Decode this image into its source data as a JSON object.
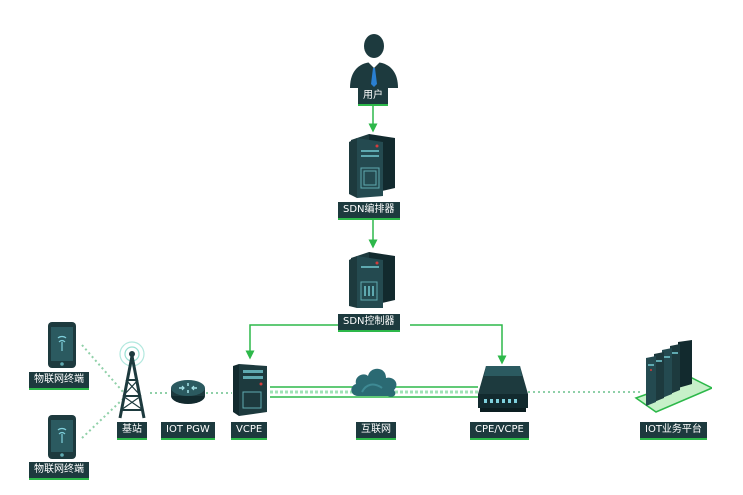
{
  "colors": {
    "accent_green": "#2db84a",
    "dark_teal": "#1d3a3e",
    "label_bg": "#1d3a3e",
    "dotted": "#8fd0a8",
    "cloud": "#2b6a73"
  },
  "nodes": {
    "user": {
      "label": "用户",
      "icon": "user-icon"
    },
    "sdn_orchestrator": {
      "label": "SDN编排器",
      "icon": "server-icon"
    },
    "sdn_controller": {
      "label": "SDN控制器",
      "icon": "server-icon"
    },
    "iot_terminal_1": {
      "label": "物联网终端",
      "icon": "phone-icon"
    },
    "iot_terminal_2": {
      "label": "物联网终端",
      "icon": "phone-icon"
    },
    "base_station": {
      "label": "基站",
      "icon": "antenna-tower-icon"
    },
    "iot_pgw": {
      "label": "IOT PGW",
      "icon": "router-icon"
    },
    "vcpe": {
      "label": "VCPE",
      "icon": "server-icon"
    },
    "internet": {
      "label": "互联网",
      "icon": "cloud-icon"
    },
    "cpe_vcpe": {
      "label": "CPE/VCPE",
      "icon": "cpe-device-icon"
    },
    "iot_platform": {
      "label": "IOT业务平台",
      "icon": "server-rack-icon"
    }
  }
}
